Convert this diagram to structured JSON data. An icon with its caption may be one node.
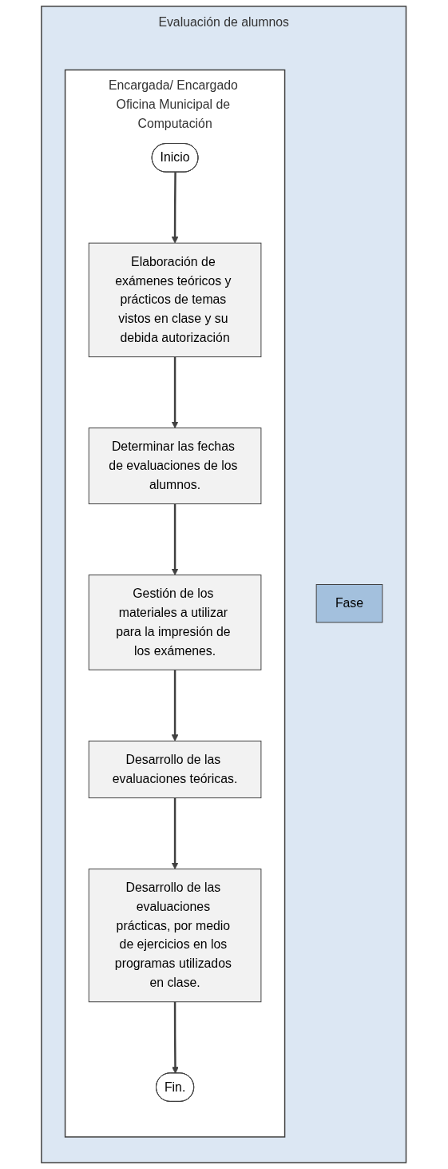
{
  "diagram": {
    "nodes": [
      {
        "text": [
          "Evaluación de alumnos"
        ]
      },
      {
        "text": [
          "Encargada/ Encargado Oficina Municipal de Computación"
        ],
        "in": 0
      },
      {
        "text": [
          "Fase"
        ],
        "in": 0
      },
      {
        "text": [
          "Inicio"
        ],
        "in": 1
      },
      {
        "text": [
          "Elaboración de exámenes teóricos y prácticos de temas vistos en clase y su debida autorización"
        ],
        "in": 1
      },
      {
        "text": [
          "Determinar las fechas de evaluaciones de los alumnos."
        ],
        "in": 1
      },
      {
        "text": [
          "Gestión de los materiales a utilizar para la impresión de los exámenes."
        ],
        "in": 1
      },
      {
        "text": [
          "Desarrollo de las evaluaciones teóricas."
        ],
        "in": 1
      },
      {
        "text": [
          "Desarrollo de las evaluaciones prácticas, por medio de ejercicios en los programas utilizados en clase."
        ],
        "in": 1
      },
      {
        "text": [
          "Fin."
        ],
        "in": 1
      }
    ],
    "edges": [
      {
        "from": 3,
        "to": 4,
        "arrow": "to"
      },
      {
        "from": 4,
        "to": 5,
        "arrow": "to"
      },
      {
        "from": 5,
        "to": 6,
        "arrow": "to"
      },
      {
        "from": 6,
        "to": 7,
        "arrow": "to"
      },
      {
        "from": 7,
        "to": 8,
        "arrow": "to"
      },
      {
        "from": 8,
        "to": 9,
        "arrow": "to"
      }
    ]
  }
}
